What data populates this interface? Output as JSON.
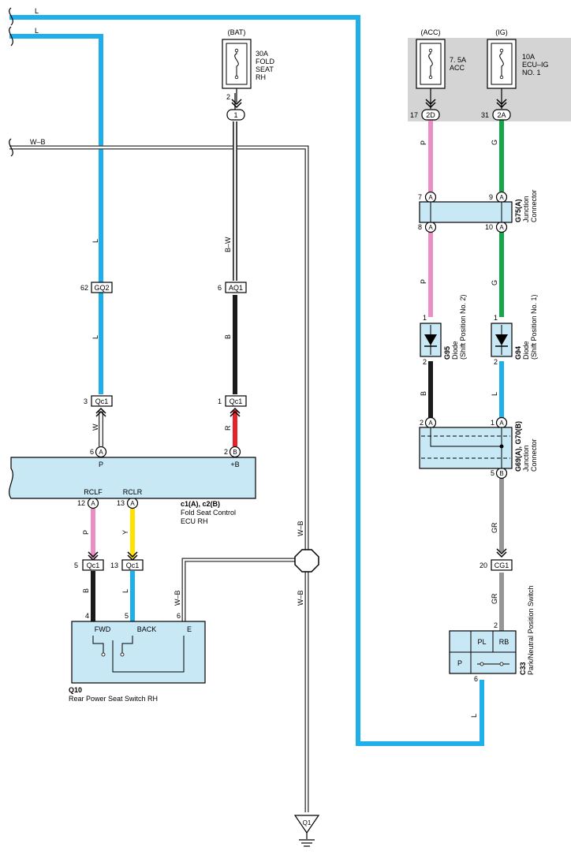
{
  "colors": {
    "blue": "#1fb0ec",
    "pink": "#ea8fc4",
    "green": "#16a64a",
    "gray": "#969696",
    "yellow": "#ffe200",
    "red": "#e8202a",
    "black": "#1a1a1a",
    "box": "#c8e8f6",
    "relay_area": "#d4d4d4"
  },
  "wire_codes": {
    "L": "L",
    "WB": "W–B",
    "BW": "B–W",
    "B": "B",
    "W": "W",
    "R": "R",
    "P": "P",
    "Y": "Y",
    "G": "G",
    "GR": "GR"
  },
  "fuses": {
    "bat": {
      "source": "(BAT)",
      "line1": "30A",
      "line2": "FOLD",
      "line3": "SEAT",
      "line4": "RH",
      "pin": "2"
    },
    "acc": {
      "source": "(ACC)",
      "line1": "7. 5A",
      "line2": "ACC",
      "pin": "17"
    },
    "ig": {
      "source": "(IG)",
      "line1": "10A",
      "line2": "ECU–IG",
      "line3": "NO. 1",
      "pin": "31"
    }
  },
  "connectors": {
    "one": "1",
    "d2": "2D",
    "a2": "2A",
    "gq2": "GQ2",
    "aq1": "AQ1",
    "qc1": "Qc1",
    "cg1": "CG1",
    "a": "A",
    "b": "B"
  },
  "pins": {
    "p62": "62",
    "p6": "6",
    "p3": "3",
    "p1": "1",
    "p2": "2",
    "p12": "12",
    "p13": "13",
    "p5": "5",
    "p4": "4",
    "p7": "7",
    "p9": "9",
    "p8": "8",
    "p10": "10",
    "p20": "20"
  },
  "ecu": {
    "pin_p": "P",
    "pin_b": "+B",
    "rclf": "RCLF",
    "rclr": "RCLR",
    "id": "c1(A), c2(B)",
    "name1": "Fold Seat Control",
    "name2": "ECU RH"
  },
  "switch": {
    "fwd": "FWD",
    "back": "BACK",
    "e": "E",
    "id": "Q10",
    "name": "Rear Power Seat Switch RH"
  },
  "junction_g75": {
    "id": "G75(A)",
    "name1": "Junction",
    "name2": "Connector"
  },
  "diode_g95": {
    "id": "G95",
    "name1": "Diode",
    "name2": "(Shift Position No. 2)"
  },
  "diode_g94": {
    "id": "G94",
    "name1": "Diode",
    "name2": "(Shift Position No. 1)"
  },
  "junction_g69": {
    "id": "G69(A), G70(B)",
    "name1": "Junction",
    "name2": "Connector"
  },
  "pnp_switch": {
    "id": "C33",
    "name": "Park/Neutral Position Switch",
    "pl": "PL",
    "rb": "RB",
    "p": "P"
  },
  "ground": {
    "label": "Q1"
  }
}
